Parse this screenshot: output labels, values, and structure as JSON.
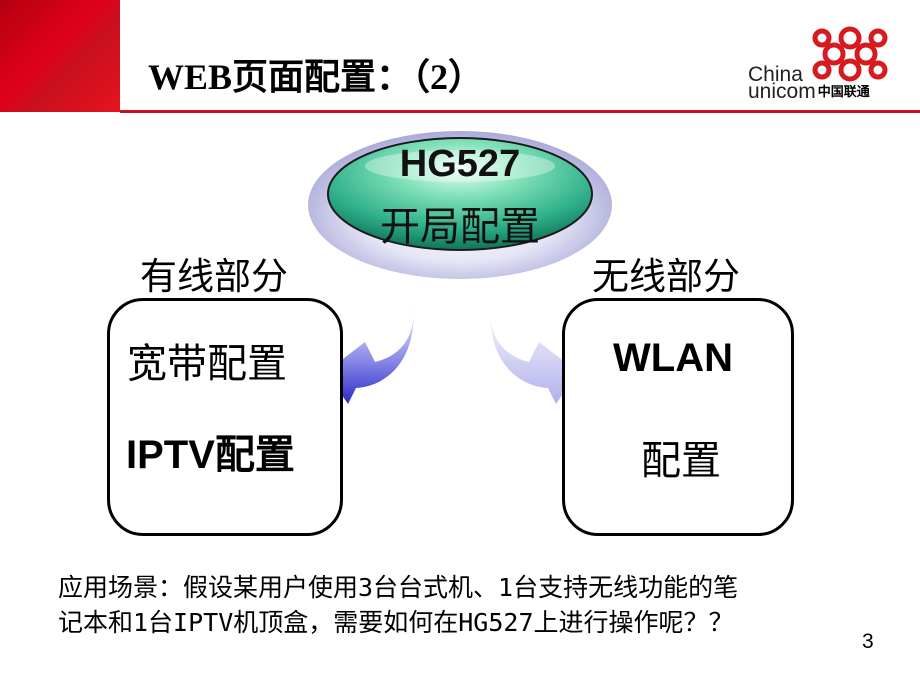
{
  "header": {
    "title": "WEB页面配置：（2）",
    "brand_line1": "China",
    "brand_line2": "unicom",
    "brand_cn": "中国联通"
  },
  "center": {
    "line1": "HG527",
    "line2": "开局配置"
  },
  "left": {
    "heading": "有线部分",
    "item1": "宽带配置",
    "item2": "IPTV配置"
  },
  "right": {
    "heading": "无线部分",
    "item1": "WLAN",
    "item2": "配置"
  },
  "note": {
    "line1": "应用场景：假设某用户使用3台台式机、1台支持无线功能的笔",
    "line2": "记本和1台IPTV机顶盒，需要如何在HG527上进行操作呢？？"
  },
  "page_number": "3",
  "colors": {
    "brand_red": "#c8101e",
    "oval_green": "#2fb08a",
    "arrow_blue": "#3a3ad0"
  }
}
